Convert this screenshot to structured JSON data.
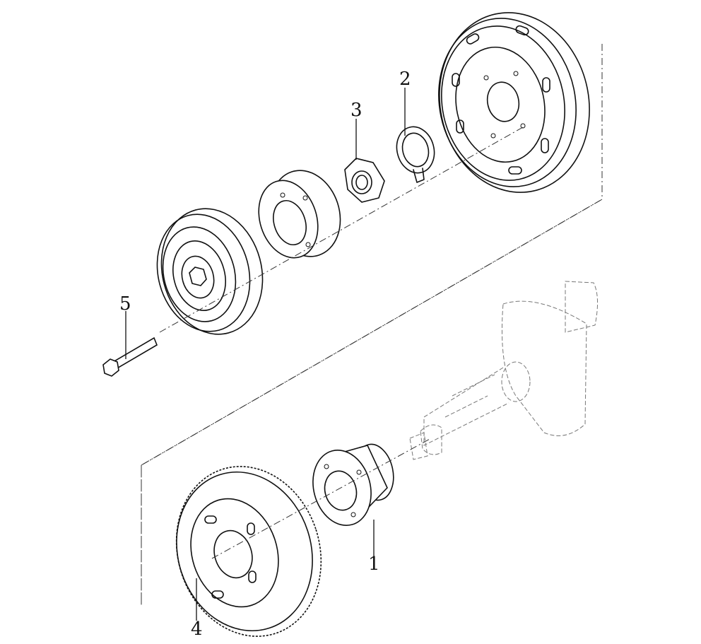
{
  "callouts": {
    "c1": "1",
    "c2": "2",
    "c3": "3",
    "c4": "4",
    "c5": "5"
  },
  "colors": {
    "line": "#111111",
    "ghost": "#777777",
    "background": "#ffffff"
  }
}
